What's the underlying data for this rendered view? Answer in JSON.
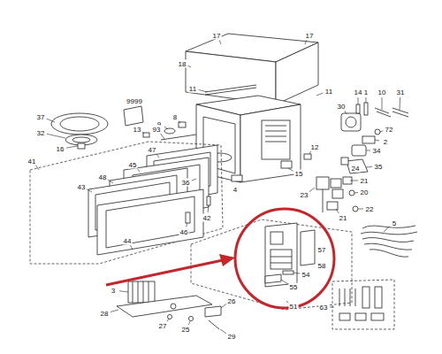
{
  "diagram": {
    "labels": [
      "17",
      "17",
      "18",
      "9999",
      "11",
      "11",
      "9",
      "8",
      "14",
      "1",
      "10",
      "31",
      "30",
      "72",
      "2",
      "37",
      "32",
      "16",
      "13",
      "93",
      "47",
      "45",
      "48",
      "43",
      "41",
      "44",
      "46",
      "42",
      "36",
      "4",
      "15",
      "12",
      "34",
      "24",
      "35",
      "23",
      "21",
      "20",
      "22",
      "21",
      "5",
      "57",
      "58",
      "54",
      "55",
      "51",
      "3",
      "28",
      "26",
      "27",
      "25",
      "29",
      "63"
    ]
  }
}
